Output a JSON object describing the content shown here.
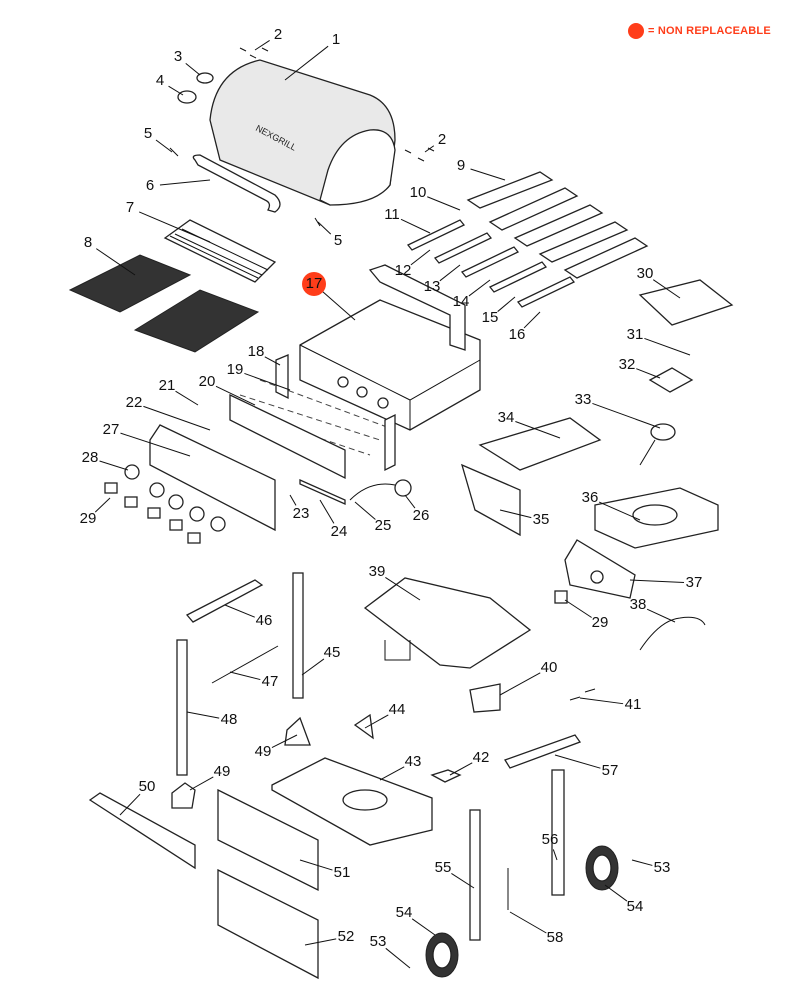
{
  "legend": {
    "marker_color": "#ff3d1a",
    "text": "= NON REPLACEABLE"
  },
  "callouts": [
    "1",
    "2",
    "3",
    "4",
    "5",
    "6",
    "2",
    "9",
    "10",
    "11",
    "7",
    "5",
    "8",
    "12",
    "13",
    "14",
    "15",
    "16",
    "17",
    "30",
    "31",
    "32",
    "33",
    "34",
    "18",
    "19",
    "20",
    "21",
    "22",
    "27",
    "28",
    "29",
    "23",
    "24",
    "25",
    "26",
    "35",
    "36",
    "37",
    "38",
    "29",
    "39",
    "40",
    "41",
    "46",
    "45",
    "47",
    "48",
    "44",
    "49",
    "49",
    "42",
    "43",
    "57",
    "50",
    "56",
    "53",
    "51",
    "55",
    "54",
    "58",
    "52",
    "54",
    "53"
  ],
  "non_replaceable": [
    "17"
  ]
}
